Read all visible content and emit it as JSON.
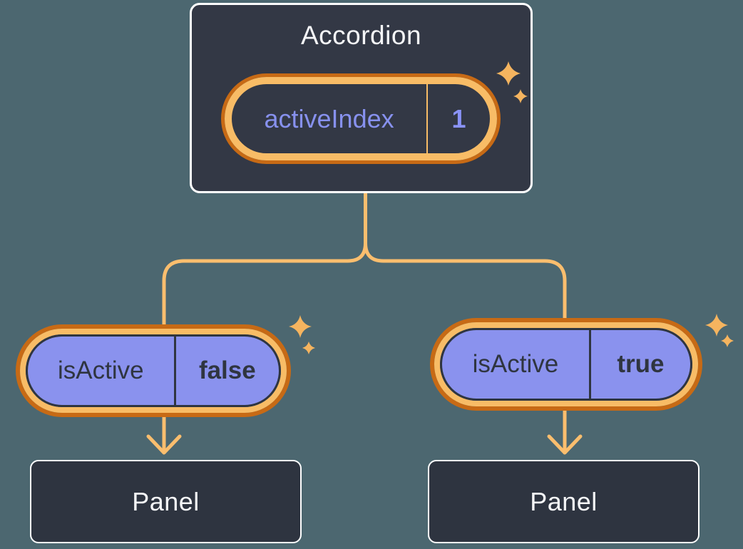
{
  "colors": {
    "background": "#4C6770",
    "box_fill": "#333845",
    "panel_fill": "#2E3440",
    "box_border": "#FFFFFF",
    "box_text": "#F5F6F8",
    "pill_fill": "#8A92EE",
    "pill_dark_text": "#2F3540",
    "ring_outer_orange": "#C76A15",
    "ring_inner_orange": "#F8BC66",
    "connector_orange": "#FBBE6E",
    "state_text_purple": "#8791EE",
    "state_value_purple": "#8A93F8",
    "sparkle_orange": "#F5B45F"
  },
  "diagram": {
    "root": {
      "title": "Accordion",
      "state_pill": {
        "label": "activeIndex",
        "value": "1"
      },
      "sparkle_icon": "sparkles-icon"
    },
    "branches": [
      {
        "prop_pill": {
          "label": "isActive",
          "value": "false"
        },
        "sparkle_icon": "sparkles-icon",
        "child": {
          "title": "Panel"
        }
      },
      {
        "prop_pill": {
          "label": "isActive",
          "value": "true"
        },
        "sparkle_icon": "sparkles-icon",
        "child": {
          "title": "Panel"
        }
      }
    ]
  }
}
